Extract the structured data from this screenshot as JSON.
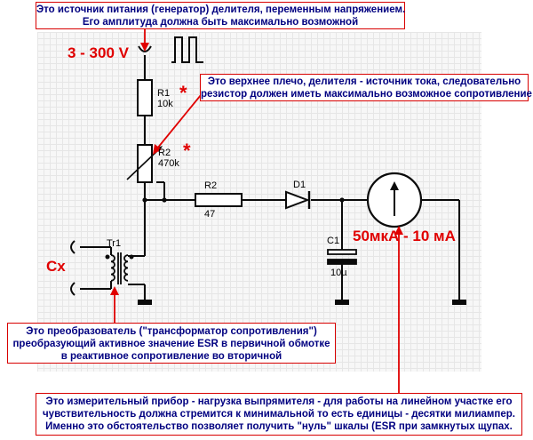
{
  "colors": {
    "wire": "#0a0a0a",
    "component_fill": "#ffffff",
    "annotation_border": "#d80000",
    "annotation_text": "#000080",
    "arrow": "#e00000",
    "red_label": "#e00000",
    "grid_background": "#f7f7f7"
  },
  "annotations": {
    "generator": [
      "Это источник питания (генератор)  делителя, переменным напряжением.",
      "Его амплитуда должна быть максимально возможной"
    ],
    "upper_arm": [
      "Это  верхнее плечо,  делителя  - источник тока, следовательно",
      "резистор должен иметь максимально возможное сопротивление"
    ],
    "transformer": [
      "Это преобразователь (\"трансформатор сопротивления\")",
      "преобразующий активное значение ESR в первичной обмотке",
      "в реактивное сопротивление во вторичной"
    ],
    "meter": [
      "Это измерительный прибор  - нагрузка выпрямителя -  для работы на линейном участке его",
      "чувствительность должна стремится к  минимальной  то есть единицы -  десятки милиампер.",
      "Именно это обстоятельство позволяет получить  \"нуль\" шкалы (ESR  при замкнутых щупах."
    ]
  },
  "labels": {
    "voltage": "3 - 300 V",
    "meter_range": "50мкА - 10 мА",
    "cx": "Cx"
  },
  "components": {
    "r1": {
      "name": "R1",
      "value": "10k",
      "marked": "*"
    },
    "r2_var": {
      "name": "R2",
      "value": "470k",
      "marked": "*"
    },
    "r2_series": {
      "name": "R2",
      "value": "47"
    },
    "d1": {
      "name": "D1"
    },
    "c1": {
      "name": "C1",
      "value": "10µ"
    },
    "tr1": {
      "name": "Tr1"
    }
  },
  "icons": {
    "generator": "square-wave-icon",
    "meter": "ammeter-icon",
    "ground": "ground-icon",
    "diode": "diode-icon",
    "capacitor": "polarized-capacitor-icon",
    "transformer": "transformer-icon",
    "terminal": "terminal-icon"
  }
}
